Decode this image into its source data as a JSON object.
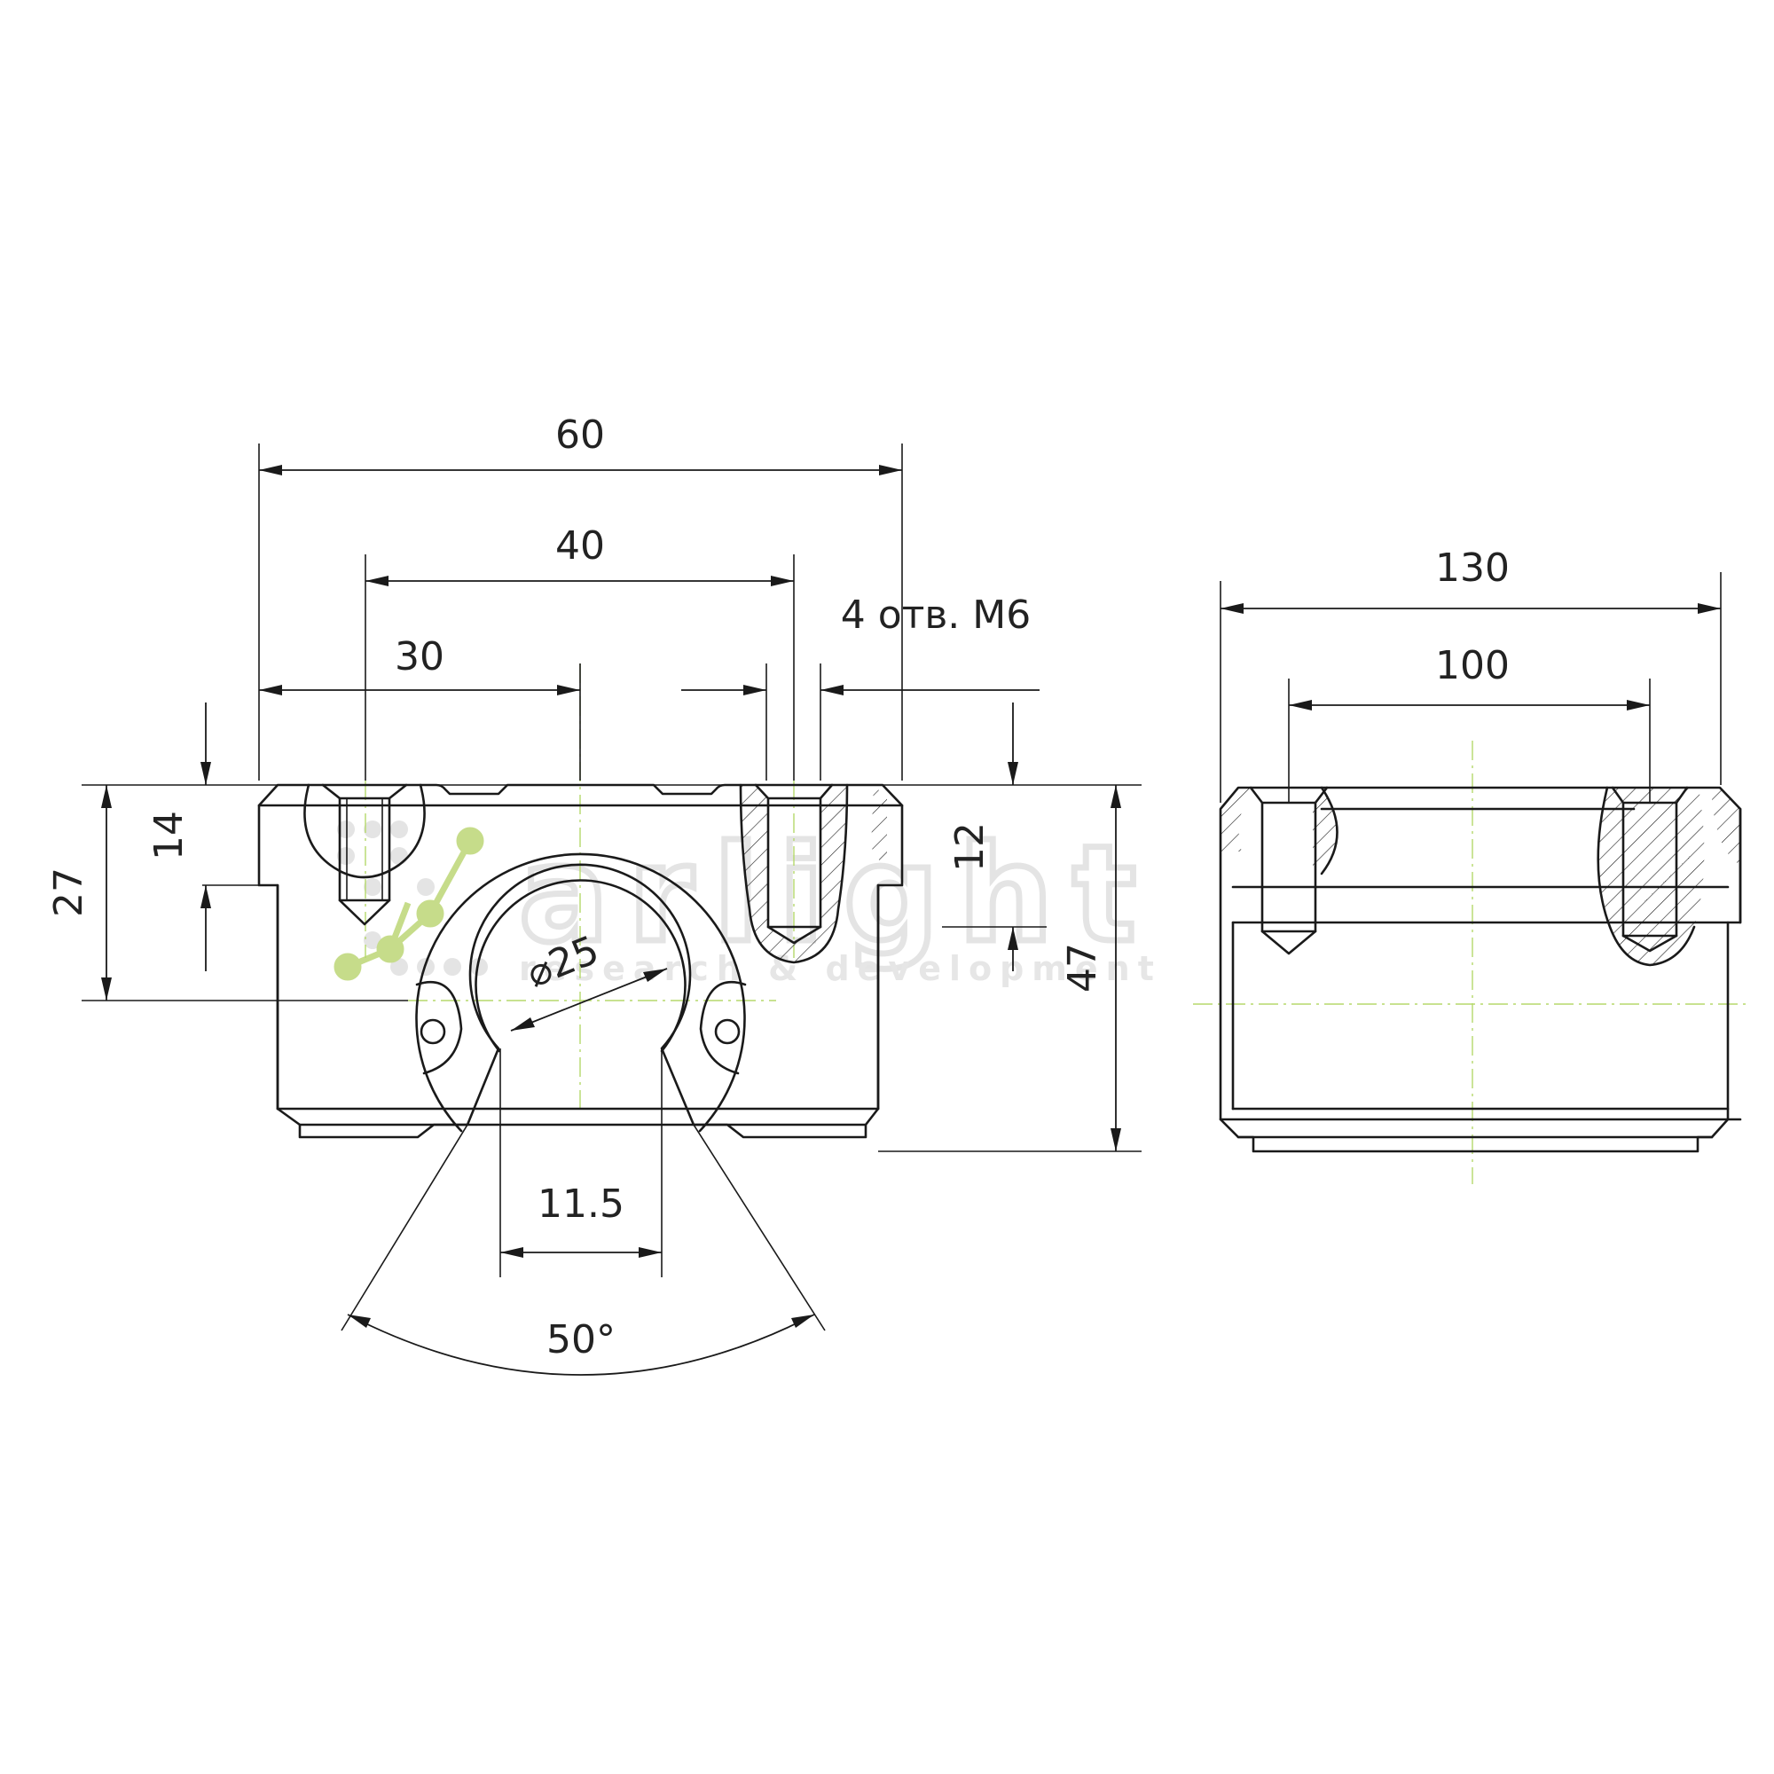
{
  "colors": {
    "line": "#1a1a1a",
    "centerline": "#b5d96b",
    "watermark_accent": "#c6dc8a",
    "watermark_gray": "#e4e4e4"
  },
  "front_view": {
    "dims": {
      "overall_width": "60",
      "hole_spacing": "40",
      "center_offset": "30",
      "top_to_bore_axis": "14",
      "bore_axis_height": "27",
      "hole_depth": "12",
      "overall_height": "47",
      "slot_width": "11.5",
      "bore_diameter": "⌀25",
      "opening_angle": "50°"
    },
    "hole_note": "4 отв. M6"
  },
  "side_view": {
    "dims": {
      "overall_length": "130",
      "hole_spacing": "100"
    }
  },
  "watermark": {
    "logo_text": "arlight",
    "tagline": "research & development"
  }
}
